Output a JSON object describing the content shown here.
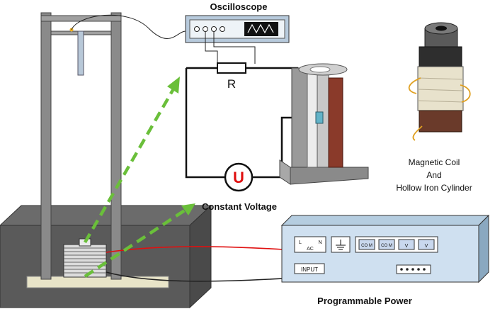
{
  "labels": {
    "oscilloscope": "Oscilloscope",
    "resistor": "R",
    "voltage_source": "U",
    "constant_voltage": "Constant Voltage",
    "coil_caption": [
      "Magnetic Coil",
      "And",
      "Hollow Iron Cylinder"
    ],
    "programmable_power": "Programmable Power",
    "power_panel": {
      "ac_left": "L",
      "ac_right": "N",
      "ac_main": "AC",
      "com_1": "CO M",
      "com_2": "CO M",
      "v_1": "V",
      "v_2": "V",
      "input": "INPUT"
    }
  },
  "colors": {
    "red_wire": "#e01010",
    "arrow_green": "#6abf3a",
    "coil_brown": "#8a3a2a",
    "power_blue": "#cfe0f0"
  }
}
